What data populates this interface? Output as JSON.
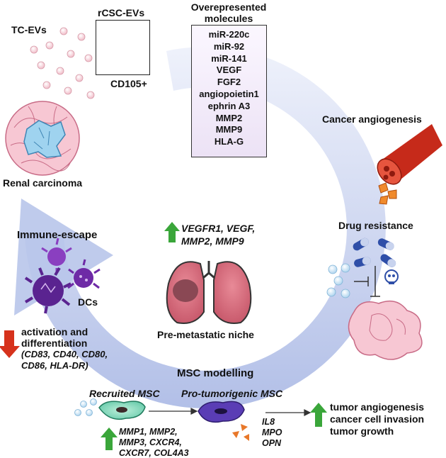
{
  "labels": {
    "tc_evs": "TC-EVs",
    "rcsc_evs": "rCSC-EVs",
    "cd105": "CD105+",
    "overrep_title": "Overepresented molecules",
    "renal": "Renal carcinoma",
    "cancer_angio": "Cancer angiogenesis",
    "drug_res": "Drug resistance",
    "immune": "Immune-escape",
    "dcs": "DCs",
    "niche_genes_line1": "VEGFR1, VEGF,",
    "niche_genes_line2": "MMP2, MMP9",
    "niche": "Pre-metastatic niche",
    "activation_line1": "activation and",
    "activation_line2": "differentiation",
    "markers_line1": "(CD83, CD40, CD80,",
    "markers_line2": "CD86, HLA-DR)",
    "msc_modelling": "MSC modelling",
    "recruited": "Recruited MSC",
    "protumor": "Pro-tumorigenic MSC",
    "msc_genes_line1": "MMP1, MMP2,",
    "msc_genes_line2": "MMP3, CXCR4,",
    "msc_genes_line3": "CXCR7, COL4A3",
    "il8": "IL8",
    "mpo": "MPO",
    "opn": "OPN",
    "outcome1": "tumor angiogenesis",
    "outcome2": "cancer cell invasion",
    "outcome3": "tumor growth"
  },
  "molecules": [
    "miR-220c",
    "miR-92",
    "miR-141",
    "VEGF",
    "FGF2",
    "angiopoietin1",
    "ephrin A3",
    "MMP2",
    "MMP9",
    "HLA-G"
  ],
  "colors": {
    "cycle_arrow": "#c9d3ee",
    "up_arrow": "#3aa63a",
    "down_arrow": "#d6321c",
    "tc_ev": "#f4c9d2",
    "csc_ev": "#c7e2f4",
    "dc": "#6a2aa0",
    "lung": "#d46b7b",
    "vessel": "#c62a1a"
  },
  "icons": [
    "up-arrow-icon",
    "down-arrow-icon",
    "lung-icon",
    "blood-vessel-icon",
    "pill-icon",
    "skull-icon",
    "dendritic-cell-icon",
    "msc-cell-icon",
    "tumor-cell-icon"
  ]
}
